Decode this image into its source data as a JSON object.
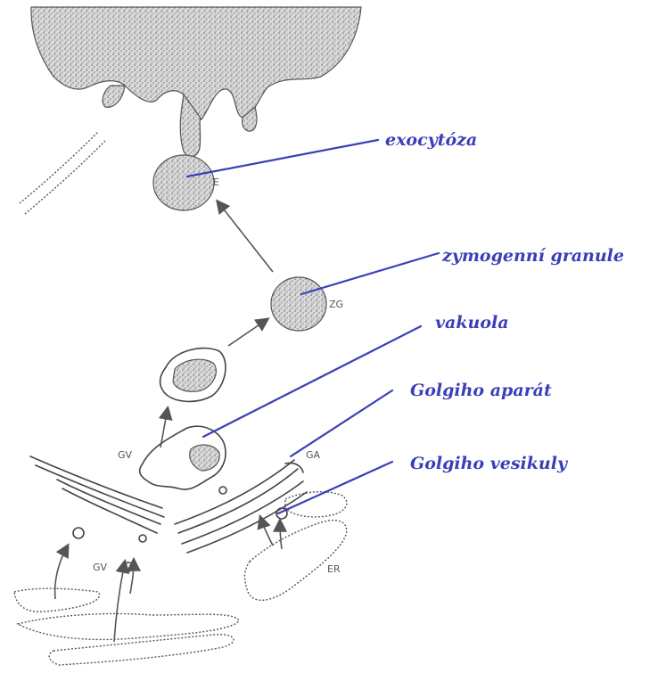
{
  "printed_labels": {
    "E": "E",
    "ZG": "ZG",
    "GV_top": "GV",
    "GA": "GA",
    "GV_bottom": "GV",
    "ER": "ER"
  },
  "handwritten_labels": {
    "exocytosis": "exocytóza",
    "zymogen_granule": "zymogenní granule",
    "vacuole": "vakuola",
    "golgi_apparatus": "Golgiho aparát",
    "golgi_vesicles": "Golgiho vesikuly"
  },
  "colors": {
    "handwriting": "#3a3fb8",
    "ink": "#444444"
  }
}
